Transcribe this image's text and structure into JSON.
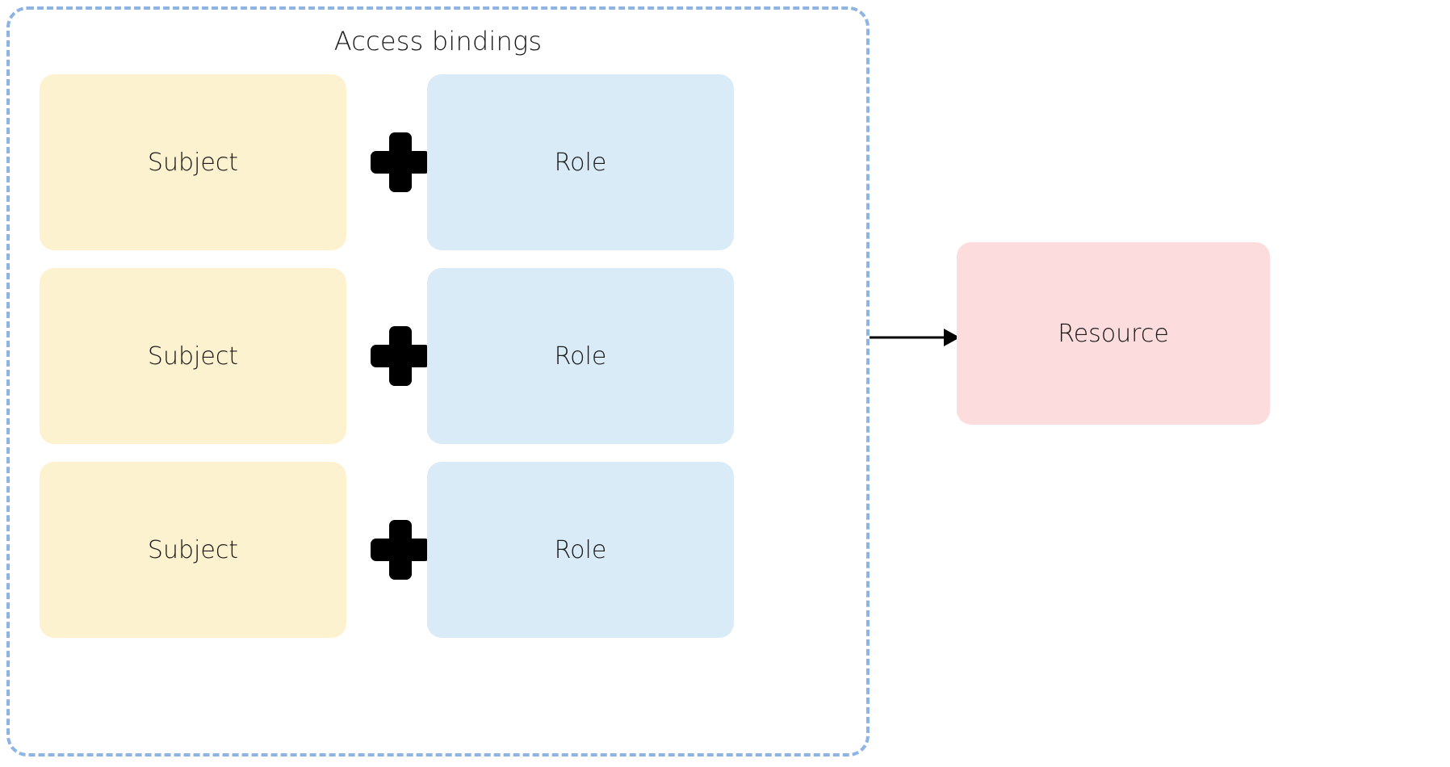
{
  "diagram": {
    "background_color": "#ffffff",
    "group": {
      "title": "Access bindings",
      "border_color": "#8db4e2",
      "border_style": "dashed"
    },
    "bindings": [
      {
        "subject_label": "Subject",
        "operator": "plus-icon",
        "role_label": "Role"
      },
      {
        "subject_label": "Subject",
        "operator": "plus-icon",
        "role_label": "Role"
      },
      {
        "subject_label": "Subject",
        "operator": "plus-icon",
        "role_label": "Role"
      }
    ],
    "connector": {
      "icon": "arrow-right-icon",
      "color": "#000000"
    },
    "resource": {
      "label": "Resource",
      "fill_color": "#fcdcdc"
    },
    "colors": {
      "subject_fill": "#fcf2cf",
      "role_fill": "#d9ebf7",
      "resource_fill": "#fcdcdc",
      "group_border": "#8db4e2",
      "text": "#1a1a1a"
    }
  }
}
